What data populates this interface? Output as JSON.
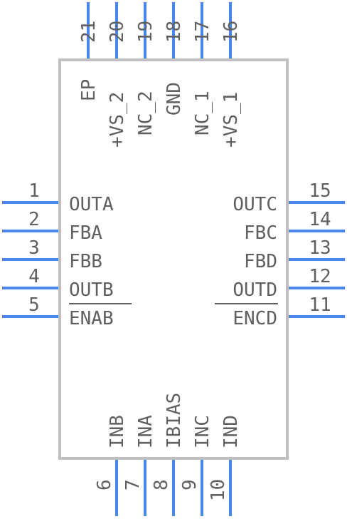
{
  "colors": {
    "pin": "#4a86e8",
    "body": "#bfbfbf",
    "text": "#606060"
  },
  "pins": {
    "left": [
      {
        "num": "1",
        "name": "OUTA",
        "overbar": false
      },
      {
        "num": "2",
        "name": "FBA",
        "overbar": false
      },
      {
        "num": "3",
        "name": "FBB",
        "overbar": false
      },
      {
        "num": "4",
        "name": "OUTB",
        "overbar": false
      },
      {
        "num": "5",
        "name": "ENAB",
        "overbar": true
      }
    ],
    "right": [
      {
        "num": "15",
        "name": "OUTC",
        "overbar": false
      },
      {
        "num": "14",
        "name": "FBC",
        "overbar": false
      },
      {
        "num": "13",
        "name": "FBD",
        "overbar": false
      },
      {
        "num": "12",
        "name": "OUTD",
        "overbar": false
      },
      {
        "num": "11",
        "name": "ENCD",
        "overbar": true
      }
    ],
    "bottom": [
      {
        "num": "6",
        "name": "INB"
      },
      {
        "num": "7",
        "name": "INA"
      },
      {
        "num": "8",
        "name": "IBIAS"
      },
      {
        "num": "9",
        "name": "INC"
      },
      {
        "num": "10",
        "name": "IND"
      }
    ],
    "top": [
      {
        "num": "21",
        "name": "EP"
      },
      {
        "num": "20",
        "name": "+VS_2"
      },
      {
        "num": "19",
        "name": "NC_2"
      },
      {
        "num": "18",
        "name": "GND"
      },
      {
        "num": "17",
        "name": "NC_1"
      },
      {
        "num": "16",
        "name": "+VS_1"
      }
    ]
  }
}
